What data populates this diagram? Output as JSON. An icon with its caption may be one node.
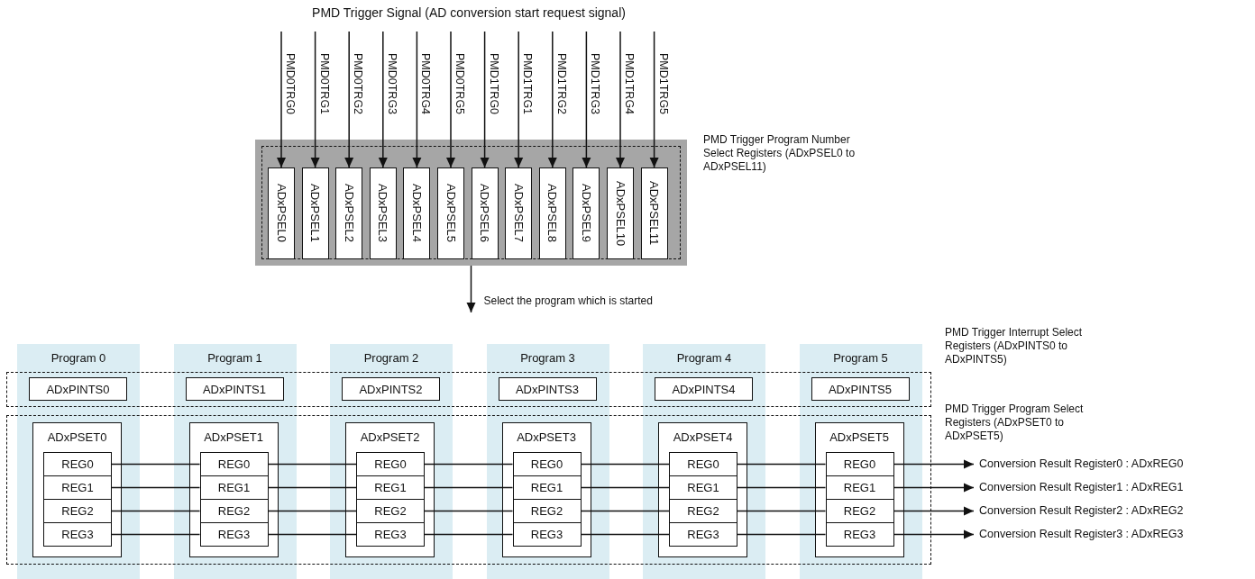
{
  "diagram": {
    "title": "PMD Trigger Signal (AD conversion start request signal)",
    "nodes": [
      {
        "text": [],
        "shape": "box",
        "beside": [
          "PMD Trigger Program Number Select Registers (ADxPSEL0 to ADxPSEL11)"
        ]
      },
      {
        "text": [
          "ADxPSEL0"
        ],
        "in": 0
      },
      {
        "text": [
          "ADxPSEL1"
        ],
        "in": 0
      },
      {
        "text": [
          "ADxPSEL2"
        ],
        "in": 0
      },
      {
        "text": [
          "ADxPSEL3"
        ],
        "in": 0
      },
      {
        "text": [
          "ADxPSEL4"
        ],
        "in": 0
      },
      {
        "text": [
          "ADxPSEL5"
        ],
        "in": 0
      },
      {
        "text": [
          "ADxPSEL6"
        ],
        "in": 0
      },
      {
        "text": [
          "ADxPSEL7"
        ],
        "in": 0
      },
      {
        "text": [
          "ADxPSEL8"
        ],
        "in": 0
      },
      {
        "text": [
          "ADxPSEL9"
        ],
        "in": 0
      },
      {
        "text": [
          "ADxPSEL10"
        ],
        "in": 0
      },
      {
        "text": [
          "ADxPSEL11"
        ],
        "in": 0
      },
      {
        "text": [
          "Program 0"
        ]
      },
      {
        "text": [
          "Program 1"
        ]
      },
      {
        "text": [
          "Program 2"
        ]
      },
      {
        "text": [
          "Program 3"
        ]
      },
      {
        "text": [
          "Program 4"
        ]
      },
      {
        "text": [
          "Program 5"
        ]
      },
      {
        "text": [
          "ADxPINTS0"
        ],
        "in": 13
      },
      {
        "text": [
          "ADxPINTS1"
        ],
        "in": 14
      },
      {
        "text": [
          "ADxPINTS2"
        ],
        "in": 15
      },
      {
        "text": [
          "ADxPINTS3"
        ],
        "in": 16
      },
      {
        "text": [
          "ADxPINTS4"
        ],
        "in": 17
      },
      {
        "text": [
          "ADxPINTS5"
        ],
        "in": 18
      },
      {
        "text": [
          "ADxPSET0"
        ],
        "in": 13
      },
      {
        "text": [
          "REG0"
        ],
        "in": 25
      },
      {
        "text": [
          "REG1"
        ],
        "in": 25
      },
      {
        "text": [
          "REG2"
        ],
        "in": 25
      },
      {
        "text": [
          "REG3"
        ],
        "in": 25
      },
      {
        "text": [
          "ADxPSET1"
        ],
        "in": 14
      },
      {
        "text": [
          "REG0"
        ],
        "in": 30
      },
      {
        "text": [
          "REG1"
        ],
        "in": 30
      },
      {
        "text": [
          "REG2"
        ],
        "in": 30
      },
      {
        "text": [
          "REG3"
        ],
        "in": 30
      },
      {
        "text": [
          "ADxPSET2"
        ],
        "in": 15
      },
      {
        "text": [
          "REG0"
        ],
        "in": 35
      },
      {
        "text": [
          "REG1"
        ],
        "in": 35
      },
      {
        "text": [
          "REG2"
        ],
        "in": 35
      },
      {
        "text": [
          "REG3"
        ],
        "in": 35
      },
      {
        "text": [
          "ADxPSET3"
        ],
        "in": 16
      },
      {
        "text": [
          "REG0"
        ],
        "in": 40
      },
      {
        "text": [
          "REG1"
        ],
        "in": 40
      },
      {
        "text": [
          "REG2"
        ],
        "in": 40
      },
      {
        "text": [
          "REG3"
        ],
        "in": 40
      },
      {
        "text": [
          "ADxPSET4"
        ],
        "in": 17
      },
      {
        "text": [
          "REG0"
        ],
        "in": 45
      },
      {
        "text": [
          "REG1"
        ],
        "in": 45
      },
      {
        "text": [
          "REG2"
        ],
        "in": 45
      },
      {
        "text": [
          "REG3"
        ],
        "in": 45
      },
      {
        "text": [
          "ADxPSET5"
        ],
        "in": 18
      },
      {
        "text": [
          "REG0"
        ],
        "in": 50
      },
      {
        "text": [
          "REG1"
        ],
        "in": 50
      },
      {
        "text": [
          "REG2"
        ],
        "in": 50
      },
      {
        "text": [
          "REG3"
        ],
        "in": 50
      },
      {
        "text": [
          "Conversion Result Register0 : ADxREG0"
        ]
      },
      {
        "text": [
          "Conversion Result Register1 : ADxREG1"
        ]
      },
      {
        "text": [
          "Conversion Result Register2 : ADxREG2"
        ]
      },
      {
        "text": [
          "Conversion Result Register3 : ADxREG3"
        ]
      }
    ],
    "edges": [
      {
        "from": null,
        "to": 1,
        "arrow": "to",
        "label": "PMD0TRG0"
      },
      {
        "from": null,
        "to": 2,
        "arrow": "to",
        "label": "PMD0TRG1"
      },
      {
        "from": null,
        "to": 3,
        "arrow": "to",
        "label": "PMD0TRG2"
      },
      {
        "from": null,
        "to": 4,
        "arrow": "to",
        "label": "PMD0TRG3"
      },
      {
        "from": null,
        "to": 5,
        "arrow": "to",
        "label": "PMD0TRG4"
      },
      {
        "from": null,
        "to": 6,
        "arrow": "to",
        "label": "PMD0TRG5"
      },
      {
        "from": null,
        "to": 7,
        "arrow": "to",
        "label": "PMD1TRG0"
      },
      {
        "from": null,
        "to": 8,
        "arrow": "to",
        "label": "PMD1TRG1"
      },
      {
        "from": null,
        "to": 9,
        "arrow": "to",
        "label": "PMD1TRG2"
      },
      {
        "from": null,
        "to": 10,
        "arrow": "to",
        "label": "PMD1TRG3"
      },
      {
        "from": null,
        "to": 11,
        "arrow": "to",
        "label": "PMD1TRG4"
      },
      {
        "from": null,
        "to": 12,
        "arrow": "to",
        "label": "PMD1TRG5"
      },
      {
        "from": 0,
        "to": null,
        "arrow": "to",
        "label": "Select the program which is started"
      },
      {
        "from": 26,
        "to": 31,
        "arrow": "none"
      },
      {
        "from": 27,
        "to": 32,
        "arrow": "none"
      },
      {
        "from": 28,
        "to": 33,
        "arrow": "none"
      },
      {
        "from": 29,
        "to": 34,
        "arrow": "none"
      },
      {
        "from": 31,
        "to": 36,
        "arrow": "none"
      },
      {
        "from": 32,
        "to": 37,
        "arrow": "none"
      },
      {
        "from": 33,
        "to": 38,
        "arrow": "none"
      },
      {
        "from": 34,
        "to": 39,
        "arrow": "none"
      },
      {
        "from": 36,
        "to": 41,
        "arrow": "none"
      },
      {
        "from": 37,
        "to": 42,
        "arrow": "none"
      },
      {
        "from": 38,
        "to": 43,
        "arrow": "none"
      },
      {
        "from": 39,
        "to": 44,
        "arrow": "none"
      },
      {
        "from": 41,
        "to": 46,
        "arrow": "none"
      },
      {
        "from": 42,
        "to": 47,
        "arrow": "none"
      },
      {
        "from": 43,
        "to": 48,
        "arrow": "none"
      },
      {
        "from": 44,
        "to": 49,
        "arrow": "none"
      },
      {
        "from": 46,
        "to": 51,
        "arrow": "none"
      },
      {
        "from": 47,
        "to": 52,
        "arrow": "none"
      },
      {
        "from": 48,
        "to": 53,
        "arrow": "none"
      },
      {
        "from": 49,
        "to": 54,
        "arrow": "none"
      },
      {
        "from": 51,
        "to": 55,
        "arrow": "to"
      },
      {
        "from": 52,
        "to": 56,
        "arrow": "to"
      },
      {
        "from": 53,
        "to": 57,
        "arrow": "to"
      },
      {
        "from": 54,
        "to": 58,
        "arrow": "to"
      }
    ],
    "labels": [
      "PMD Trigger Interrupt Select Registers (ADxPINTS0 to ADxPINTS5)",
      "PMD Trigger Program Select Registers (ADxPSET0 to ADxPSET5)"
    ]
  }
}
